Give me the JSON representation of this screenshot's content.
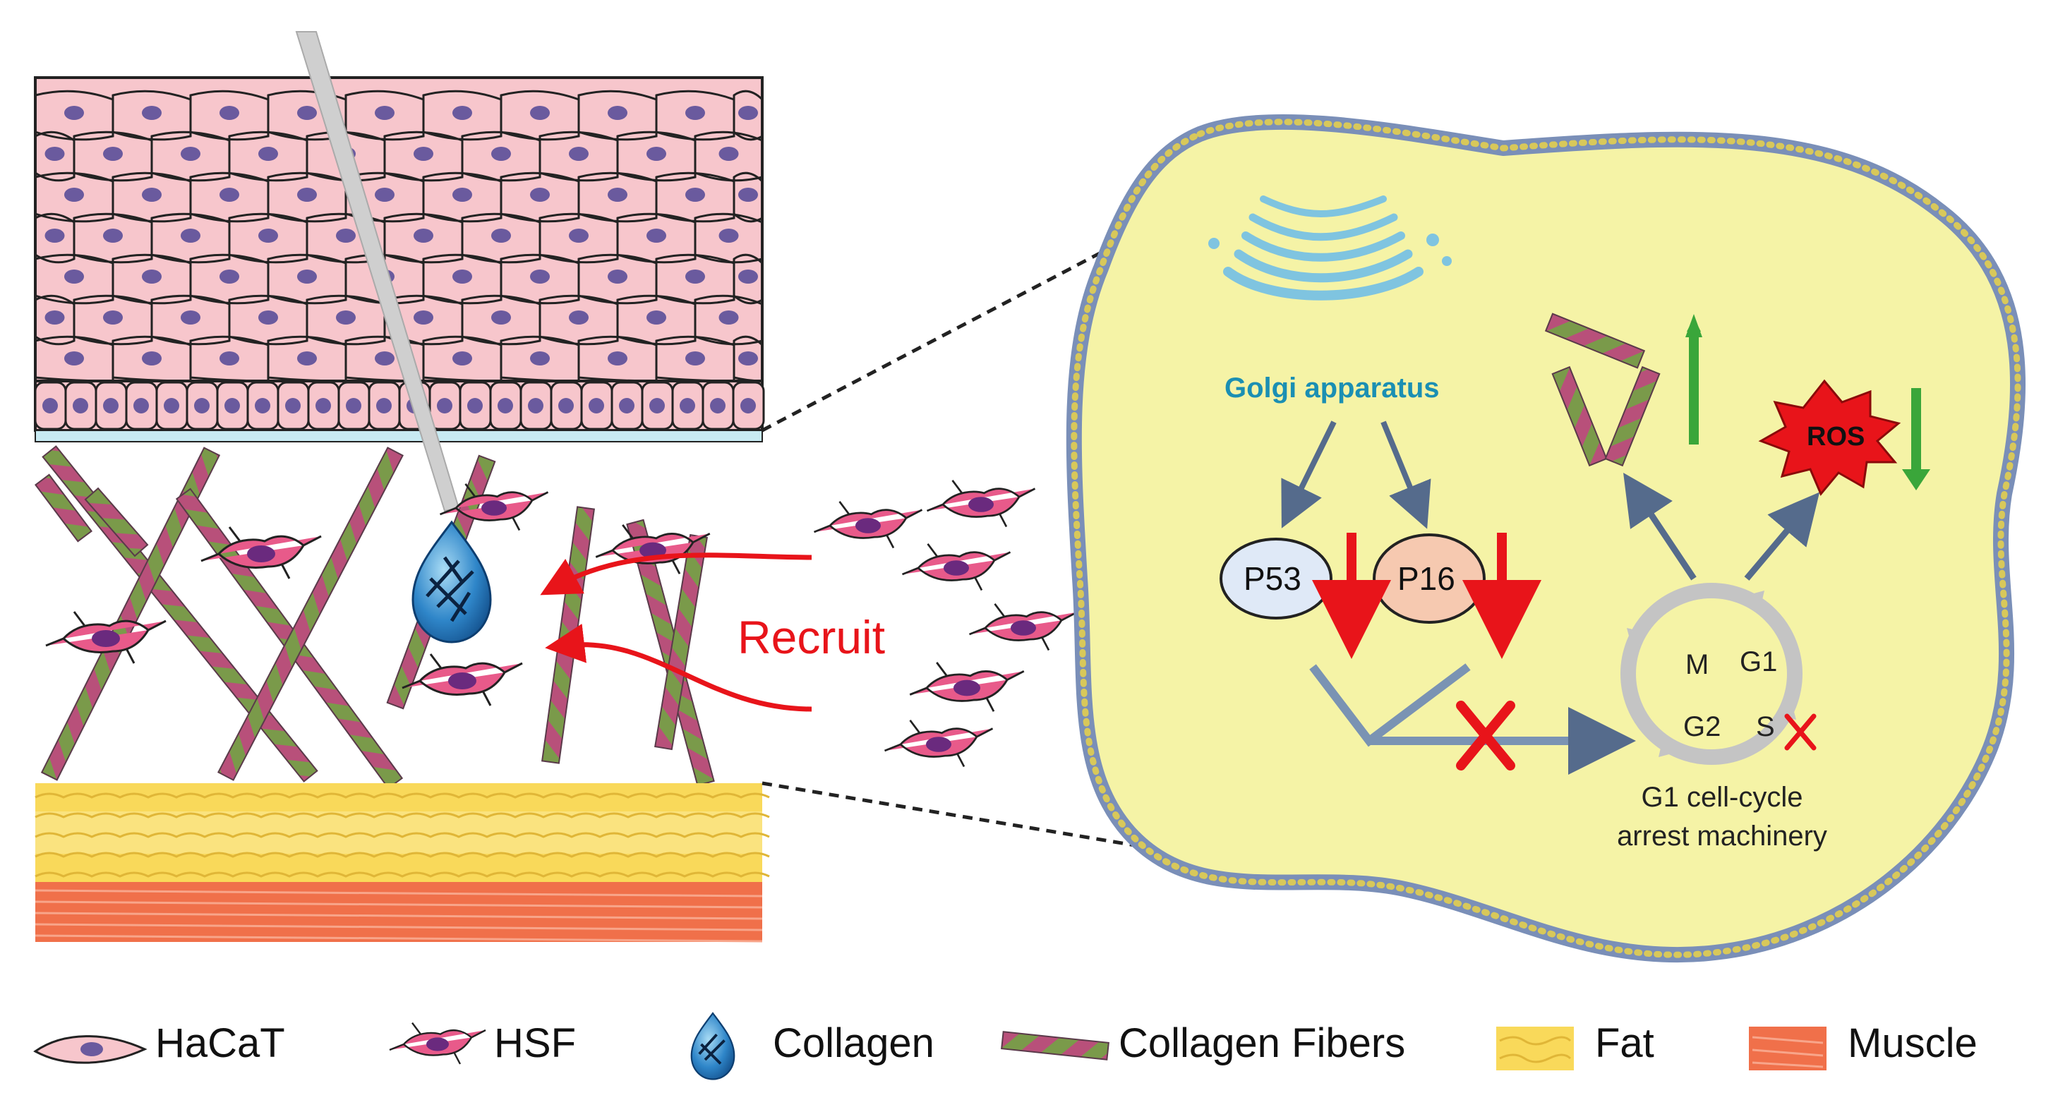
{
  "labels": {
    "golgi": "Golgi apparatus",
    "p53": "P53",
    "p16": "P16",
    "ros": "ROS",
    "recruit": "Recruit",
    "phase_m": "M",
    "phase_g1": "G1",
    "phase_g2": "G2",
    "phase_s": "S",
    "arrest_line1": "G1 cell-cycle",
    "arrest_line2": "arrest machinery"
  },
  "legend": [
    {
      "label": "HaCaT",
      "icon": "hacat-cell-icon"
    },
    {
      "label": "HSF",
      "icon": "hsf-fibroblast-icon"
    },
    {
      "label": "Collagen",
      "icon": "collagen-droplet-icon"
    },
    {
      "label": "Collagen Fibers",
      "icon": "collagen-fiber-icon"
    },
    {
      "label": "Fat",
      "icon": "fat-swatch-icon"
    },
    {
      "label": "Muscle",
      "icon": "muscle-swatch-icon"
    }
  ],
  "colors": {
    "epidermis": "#f7c6cc",
    "nucleus": "#6a5a9e",
    "cytoplasm": "#f5f3a6",
    "membrane": "#7a8fb8",
    "fat": "#f9d95a",
    "muscle": "#f0704a",
    "recruit_arrow": "#e8141a",
    "up_arrow": "#3aa63a",
    "down_arrow": "#e8141a",
    "ros_burst": "#e8141a",
    "p53_fill": "#dfe9f7",
    "p16_fill": "#f6c9b0",
    "golgi": "#7fc4e0",
    "basement_membrane": "#c8eaf2"
  }
}
